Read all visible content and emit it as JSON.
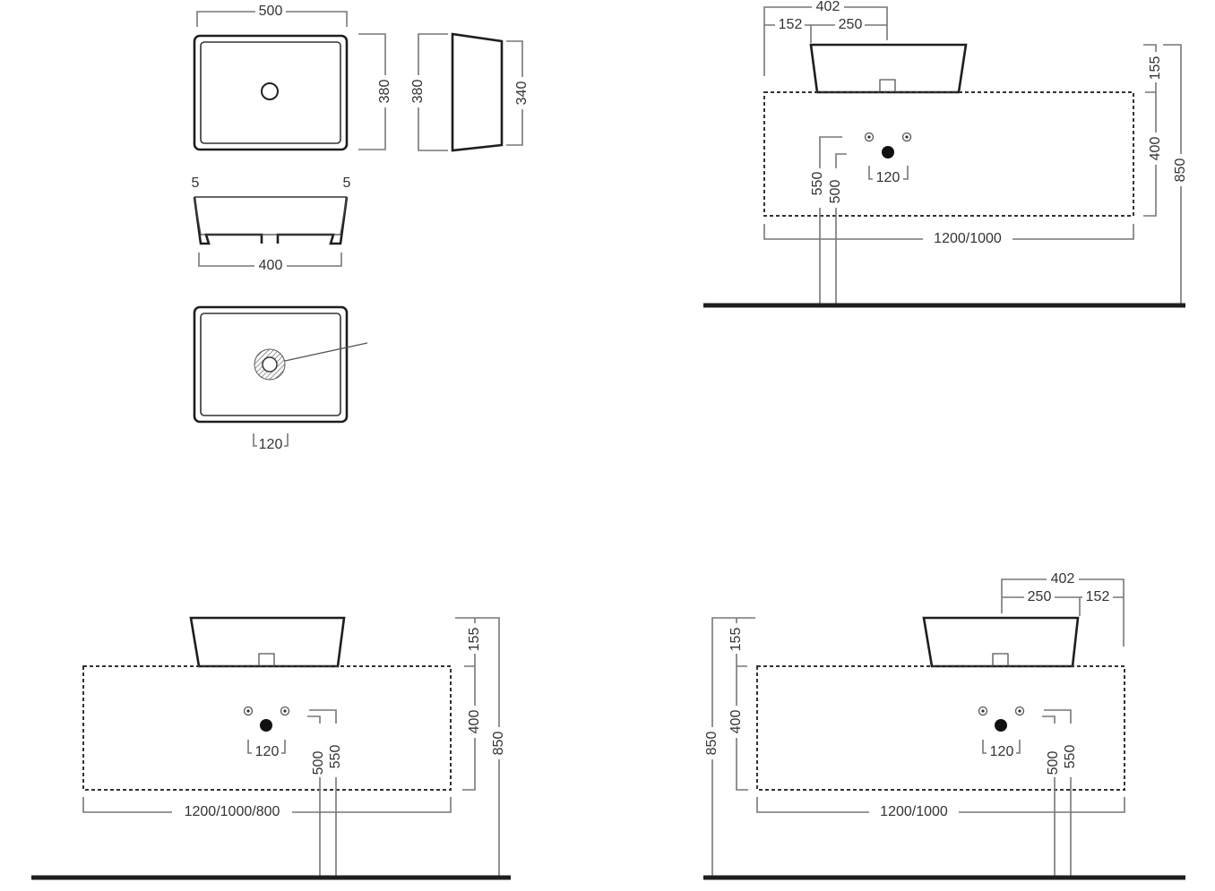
{
  "plan_views": {
    "width": "500",
    "depth_right": "380",
    "side_depth": "380",
    "side_inner": "340",
    "rim_left": "5",
    "rim_right": "5",
    "base_width": "400",
    "waste_offset": "120"
  },
  "panel_b": {
    "overall": "402",
    "offset": "152",
    "basin_half": "250",
    "basin_height": "155",
    "cabinet_height": "400",
    "total_height": "850",
    "supply_height": "550",
    "waste_height": "500",
    "tap_spacing": "120",
    "cabinet_width": "1200/1000"
  },
  "panel_c": {
    "basin_height": "155",
    "cabinet_height": "400",
    "total_height": "850",
    "waste_height": "500",
    "supply_height": "550",
    "tap_spacing": "120",
    "cabinet_width": "1200/1000/800"
  },
  "panel_d": {
    "overall": "402",
    "basin_half": "250",
    "offset": "152",
    "basin_height": "155",
    "cabinet_height": "400",
    "total_height": "850",
    "waste_height": "500",
    "supply_height": "550",
    "tap_spacing": "120",
    "cabinet_width": "1200/1000"
  }
}
